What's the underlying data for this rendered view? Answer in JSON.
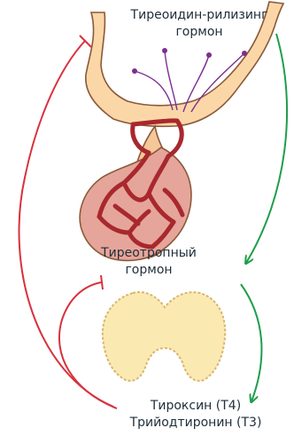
{
  "labels": {
    "trh": [
      "Тиреоидин-рилизинг",
      "гормон"
    ],
    "tsh": [
      "Тиреотропный",
      "гормон"
    ],
    "hormones": [
      "Тироксин (T4)",
      "Трийодтиронин (T3)"
    ]
  },
  "colors": {
    "stimulation": "#1e9e4a",
    "inhibition": "#d8313d",
    "hypothalamus_fill": "#fbd7a8",
    "hypothalamus_stroke": "#8a5a3a",
    "pituitary_anterior": "#e6a59a",
    "pituitary_posterior": "#f4c899",
    "portal_vessels": "#a8282e",
    "neuron": "#7b2f8f",
    "thyroid_fill": "#fbe9b2",
    "thyroid_stroke": "#d9b66c",
    "text": "#1f2d3a"
  }
}
